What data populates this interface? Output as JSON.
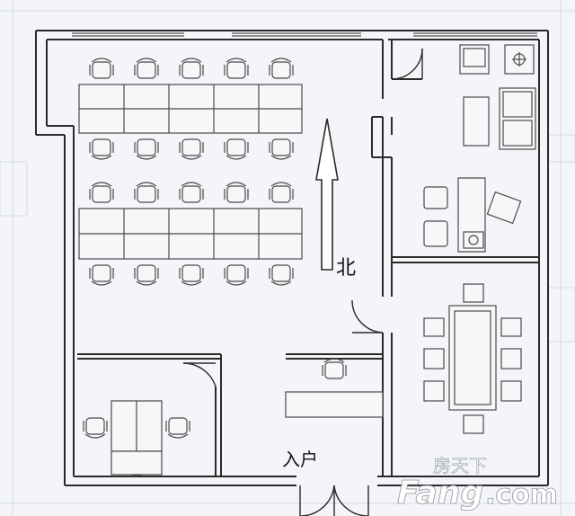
{
  "labels": {
    "north": "北",
    "entrance": "入户"
  },
  "watermark": {
    "brand_cn": "房天下",
    "brand_en": "Fang",
    "brand_suffix": ".com"
  },
  "colors": {
    "background": "#f3f5f8",
    "wall": "#2a2a2a",
    "furniture": "#4a4a4a",
    "grid_faint": "#d6dbe2",
    "watermark": "#ffffff"
  },
  "icons": {
    "north_arrow": "arrow-up-icon",
    "workstation_chair": "office-chair-icon",
    "door_swing": "door-arc-icon"
  }
}
